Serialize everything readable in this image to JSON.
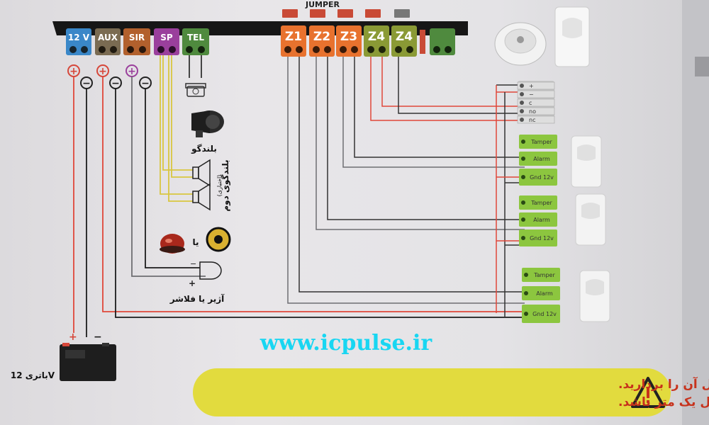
{
  "header": {
    "jumper_label": "JUMPER"
  },
  "left_terminals": [
    {
      "label": "12 V",
      "color": "#3a87c8",
      "polarity": "+"
    },
    {
      "label": "AUX",
      "color": "#7a6b52",
      "polarity": "+"
    },
    {
      "label": "SIR",
      "color": "#b2602d",
      "polarity": "+"
    },
    {
      "label": "SP",
      "color": "#9a3f9c",
      "polarity": ""
    },
    {
      "label": "TEL",
      "color": "#4f8a3e",
      "polarity": ""
    }
  ],
  "zone_terminals": [
    {
      "label": "Z1",
      "color": "#e8722e"
    },
    {
      "label": "Z2",
      "color": "#e8722e"
    },
    {
      "label": "Z3",
      "color": "#e8722e"
    },
    {
      "label": "Z4",
      "color": "#8a9a35"
    },
    {
      "label": "Z4",
      "color": "#8a9a35"
    }
  ],
  "polarity_symbols": {
    "plus": "+",
    "minus": "−"
  },
  "smoke_detector_plate": [
    "+",
    "−",
    "c",
    "no",
    "nc"
  ],
  "pir_plates": [
    [
      "Tamper",
      "Alarm",
      "Gnd 12v"
    ],
    [
      "Tamper",
      "Alarm",
      "Gnd 12v"
    ],
    [
      "Tamper",
      "Alarm",
      "Gnd 12v"
    ]
  ],
  "captions": {
    "speaker": "بلندگو",
    "second_speaker": "بلندگوی دوم",
    "second_speaker_note": "(اختیاری)",
    "or": "یا",
    "siren_or_flasher": "آژیر یا فلاشر",
    "battery": "باتری 12V",
    "battery_plus": "+",
    "battery_minus": "−",
    "siren_plus": "+",
    "siren_minus": "−"
  },
  "watermark_url": "www.icpulse.ir",
  "warning": {
    "line1": "جهت استفاده از هر زون جامپر بالای ترمینال آن را بردارید.",
    "line2": "فاصله سنسورها تا دستگاه حداقل یک متر باشد.",
    "icon": "warning-triangle-icon",
    "bg_color": "#e2db3e"
  },
  "colors": {
    "wire_red": "#e0473a",
    "wire_black": "#1c1c1c",
    "wire_gray": "#6e6e72",
    "wire_yellow": "#d9c640",
    "terminal_green": "#8cc63f"
  }
}
